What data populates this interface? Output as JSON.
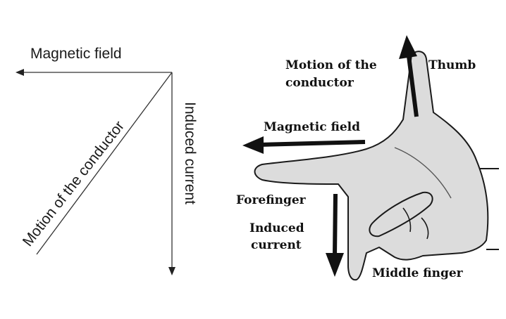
{
  "left_diagram": {
    "magnetic_field_label": "Magnetic field",
    "motion_label": "Motion of the conductor",
    "induced_current_label": "Induced current"
  },
  "hand_diagram": {
    "motion_label_line1": "Motion of the",
    "motion_label_line2": "conductor",
    "thumb_label": "Thumb",
    "magnetic_field_label": "Magnetic field",
    "forefinger_label": "Forefinger",
    "induced_label_line1": "Induced",
    "induced_label_line2": "current",
    "middle_finger_label": "Middle finger",
    "hand_color": "#dcdcdc",
    "outline_color": "#1a1a1a"
  }
}
